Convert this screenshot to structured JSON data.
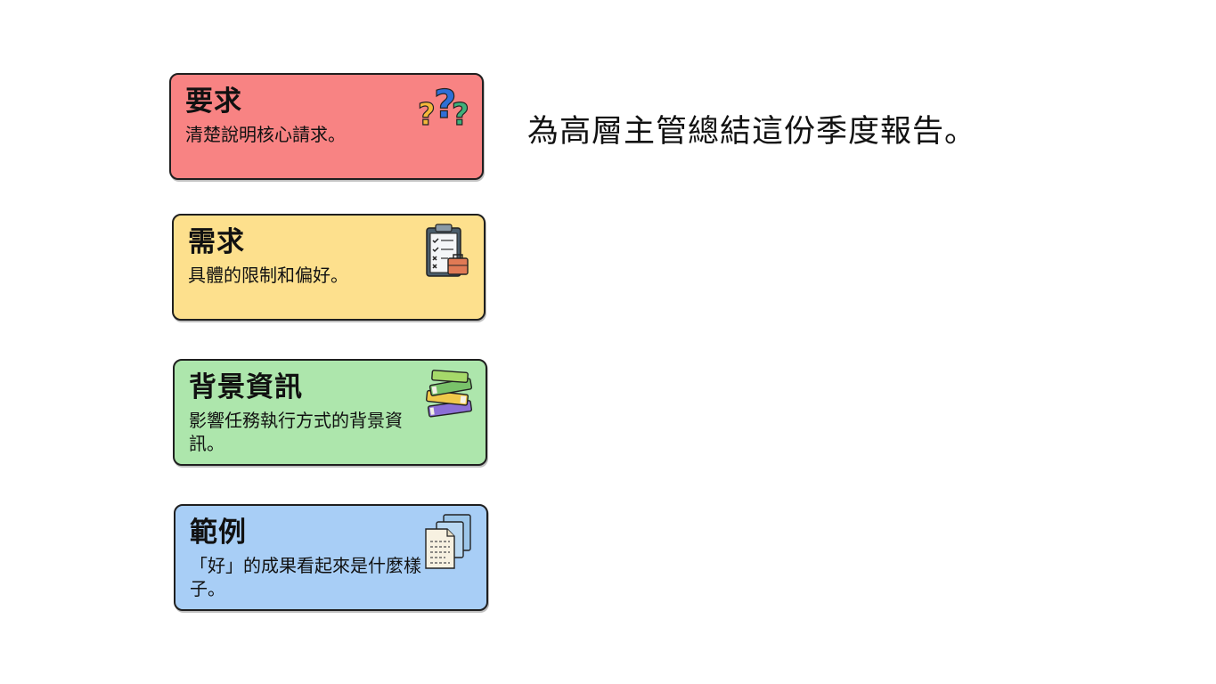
{
  "cards": [
    {
      "title": "要求",
      "description": "清楚說明核心請求。",
      "icon": "question-marks-icon",
      "color": "#f88383"
    },
    {
      "title": "需求",
      "description": "具體的限制和偏好。",
      "icon": "clipboard-checklist-icon",
      "color": "#fde08d"
    },
    {
      "title": "背景資訊",
      "description": "影響任務執行方式的背景資訊。",
      "icon": "book-stack-icon",
      "color": "#ade6ac"
    },
    {
      "title": "範例",
      "description": "「好」的成果看起來是什麼樣子。",
      "icon": "documents-icon",
      "color": "#a8cef6"
    }
  ],
  "prompt": "為高層主管總結這份季度報告。"
}
